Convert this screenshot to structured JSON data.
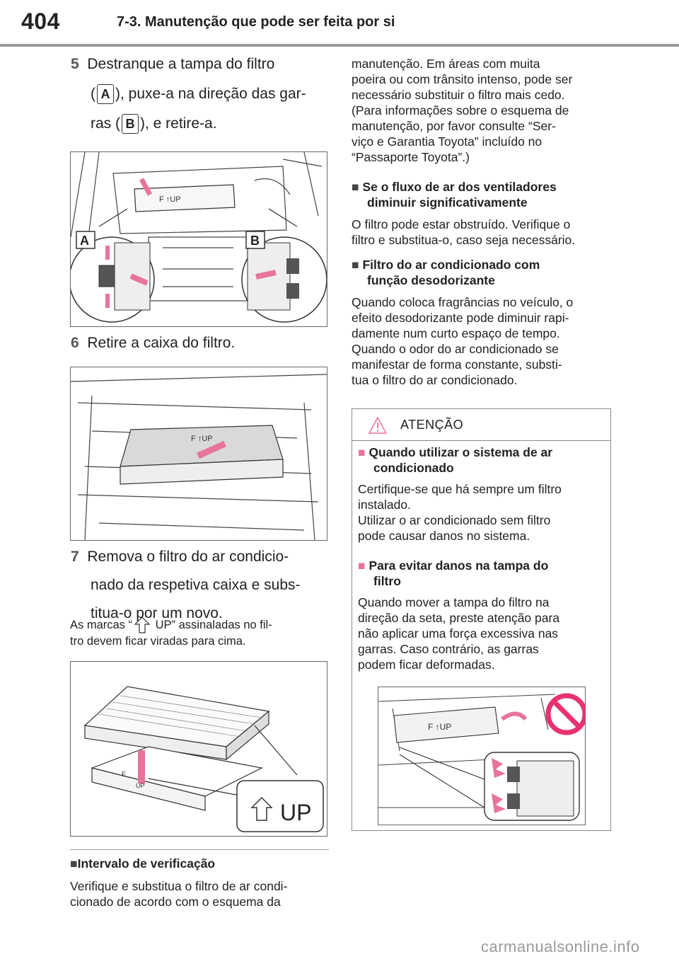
{
  "header": {
    "page_number": "404",
    "section_title": "7-3. Manutenção que pode ser feita por si"
  },
  "step5": {
    "number": "5",
    "line1": "Destranque a tampa do filtro",
    "line2_pre": "(",
    "key_a": "A",
    "line2_post": "), puxe-a na direção das gar-",
    "line3_pre": "ras (",
    "key_b": "B",
    "line3_post": "), e retire-a."
  },
  "figure1": {
    "callout_a": "A",
    "callout_b": "B",
    "filter_label": "F ↑UP"
  },
  "step6": {
    "number": "6",
    "text": "Retire a caixa do filtro."
  },
  "figure2": {
    "filter_label": "F ↑UP"
  },
  "step7": {
    "number": "7",
    "line1": "Remova o filtro do ar condicio-",
    "line2": "nado da respetiva caixa e subs-",
    "line3": "titua-o por um novo."
  },
  "marks_note": {
    "line1_pre": "As marcas “",
    "line1_post": " UP” assinaladas no fil-",
    "line2": "tro devem ficar viradas para cima."
  },
  "figure3": {
    "up_label": "UP",
    "f_label": "F",
    "small_up": "UP"
  },
  "check_interval": {
    "heading": "Intervalo de verificação",
    "line1": "Verifique e substitua o filtro de ar condi-",
    "line2": "cionado de acordo com o esquema da",
    "cont": [
      "manutenção. Em áreas com muita",
      "poeira ou com trânsito intenso, pode ser",
      "necessário substituir o filtro mais cedo.",
      "(Para informações sobre o esquema de",
      "manutenção, por favor consulte “Ser-",
      "viço e Garantia Toyota” incluído no",
      "“Passaporte Toyota”.)"
    ]
  },
  "airflow": {
    "heading_lines": [
      "Se o fluxo de ar dos ventiladores",
      "diminuir significativamente"
    ],
    "lines": [
      "O filtro pode estar obstruído. Verifique o",
      "filtro e substitua-o, caso seja necessário."
    ]
  },
  "deodorizing": {
    "heading_lines": [
      "Filtro do ar condicionado com",
      "função desodorizante"
    ],
    "lines": [
      "Quando coloca fragrâncias no veículo, o",
      "efeito desodorizante pode diminuir rapi-",
      "damente num curto espaço de tempo.",
      "Quando o odor do ar condicionado se",
      "manifestar de forma constante, substi-",
      "tua o filtro do ar condicionado."
    ]
  },
  "warning": {
    "title": "ATENÇÃO",
    "s1_heading": [
      "Quando utilizar o sistema de ar",
      "condicionado"
    ],
    "s1_lines": [
      "Certifique-se que há sempre um filtro",
      "instalado.",
      "Utilizar o ar condicionado sem filtro",
      "pode causar danos no sistema."
    ],
    "s2_heading": [
      "Para evitar danos na tampa do",
      "filtro"
    ],
    "s2_lines": [
      "Quando mover a tampa do filtro na",
      "direção da seta, preste atenção para",
      "não aplicar uma força excessiva nas",
      "garras. Caso contrário, as garras",
      "podem ficar deformadas."
    ],
    "figure_label": "F ↑UP"
  },
  "watermark": "carmanualsonline.info",
  "colors": {
    "accent_pink": "#e8749a",
    "prohibit_red": "#e8336f",
    "header_rule": "#9a9a9a"
  }
}
